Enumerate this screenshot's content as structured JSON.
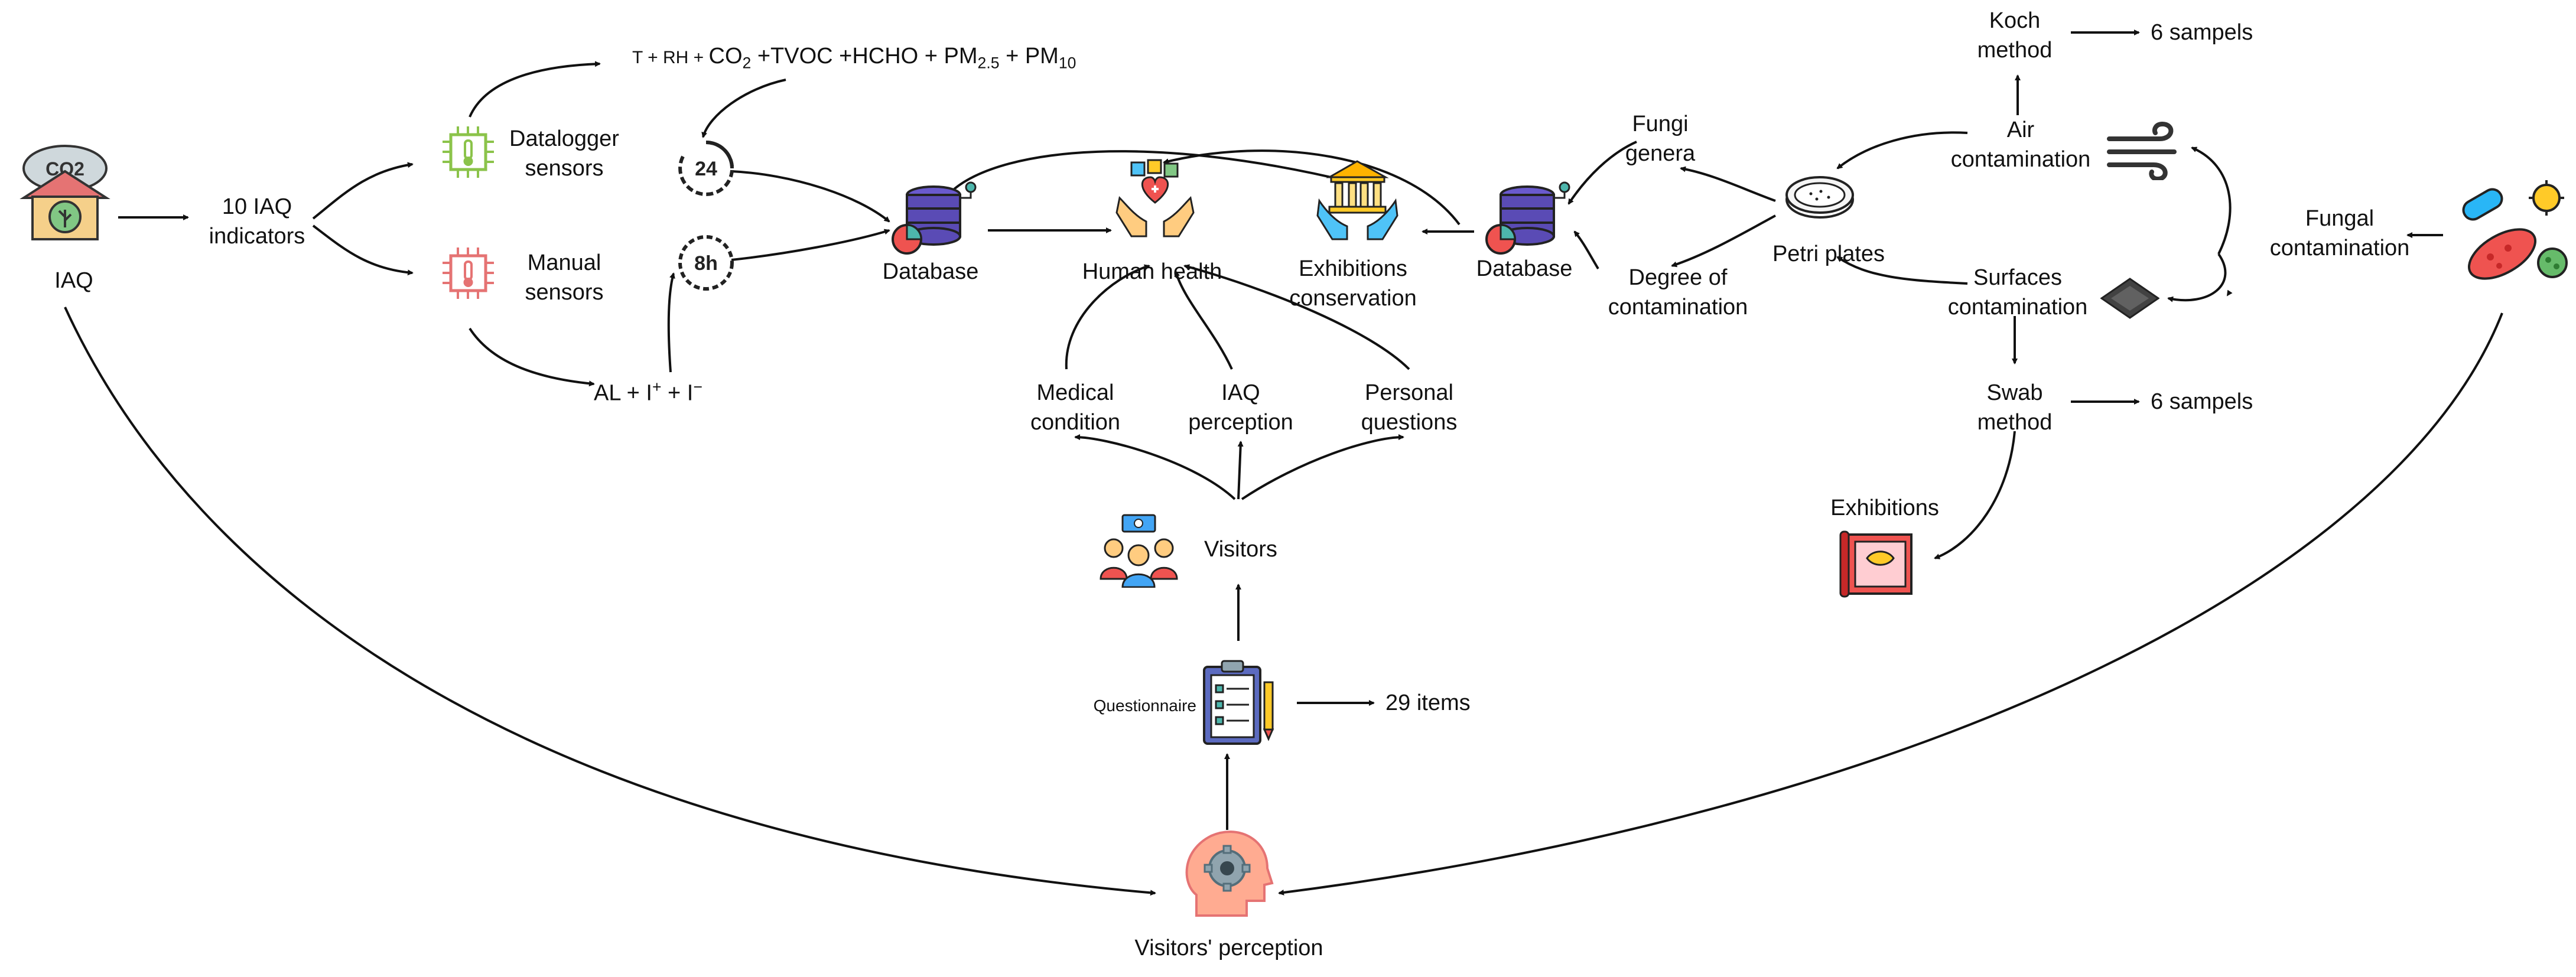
{
  "labels": {
    "iaq": "IAQ",
    "ten_iaq_1": "10 IAQ",
    "ten_iaq_2": "indicators",
    "datalogger_1": "Datalogger",
    "datalogger_2": "sensors",
    "manual_1": "Manual",
    "manual_2": "sensors",
    "params_top": {
      "t": "T + RH + ",
      "co": "CO",
      "co_sub": "2",
      "mid": " +TVOC +HCHO + PM",
      "pm25_sub": "2.5",
      "plus": " + PM",
      "pm10_sub": "10"
    },
    "params_bottom": {
      "al": "AL + I",
      "sup1": "+",
      "plus": " + I",
      "sup2": "−"
    },
    "clock_24": "24",
    "clock_8h": "8h",
    "database_left": "Database",
    "human_health": "Human health",
    "exhibitions_cons_1": "Exhibitions",
    "exhibitions_cons_2": "conservation",
    "database_right": "Database",
    "medical_1": "Medical",
    "medical_2": "condition",
    "iaq_perc_1": "IAQ",
    "iaq_perc_2": "perception",
    "personal_1": "Personal",
    "personal_2": "questions",
    "visitors": "Visitors",
    "questionnaire": "Questionnaire",
    "items_29": "29 items",
    "visitors_perception": "Visitors' perception",
    "fungi_genera_1": "Fungi",
    "fungi_genera_2": "genera",
    "degree_1": "Degree of",
    "degree_2": "contamination",
    "petri": "Petri plates",
    "koch_1": "Koch",
    "koch_2": "method",
    "samples_koch": "6 sampels",
    "air_1": "Air",
    "air_2": "contamination",
    "surfaces_1": "Surfaces",
    "surfaces_2": "contamination",
    "swab_1": "Swab",
    "swab_2": "method",
    "samples_swab": "6 sampels",
    "exhibitions": "Exhibitions",
    "fungal_1": "Fungal",
    "fungal_2": "contamination"
  },
  "icons": {
    "house": "house-co2-icon",
    "datalogger": "datalogger-chip-icon",
    "manual": "manual-sensor-chip-icon",
    "clock24": "clock-24h-icon",
    "clock8": "clock-8h-icon",
    "db": "database-icon",
    "health": "human-health-hands-icon",
    "museum": "museum-hands-icon",
    "visitors": "visitors-group-icon",
    "questionnaire": "clipboard-questionnaire-icon",
    "head": "head-gear-perception-icon",
    "petri": "petri-dish-icon",
    "wind": "wind-icon",
    "surface": "surface-tile-icon",
    "microbes": "microbes-icon",
    "scroll": "exhibition-scroll-icon"
  },
  "colors": {
    "text": "#111111",
    "arrow": "#111111",
    "green": "#8bc34a",
    "red": "#e57373",
    "purple": "#6a5acd"
  }
}
